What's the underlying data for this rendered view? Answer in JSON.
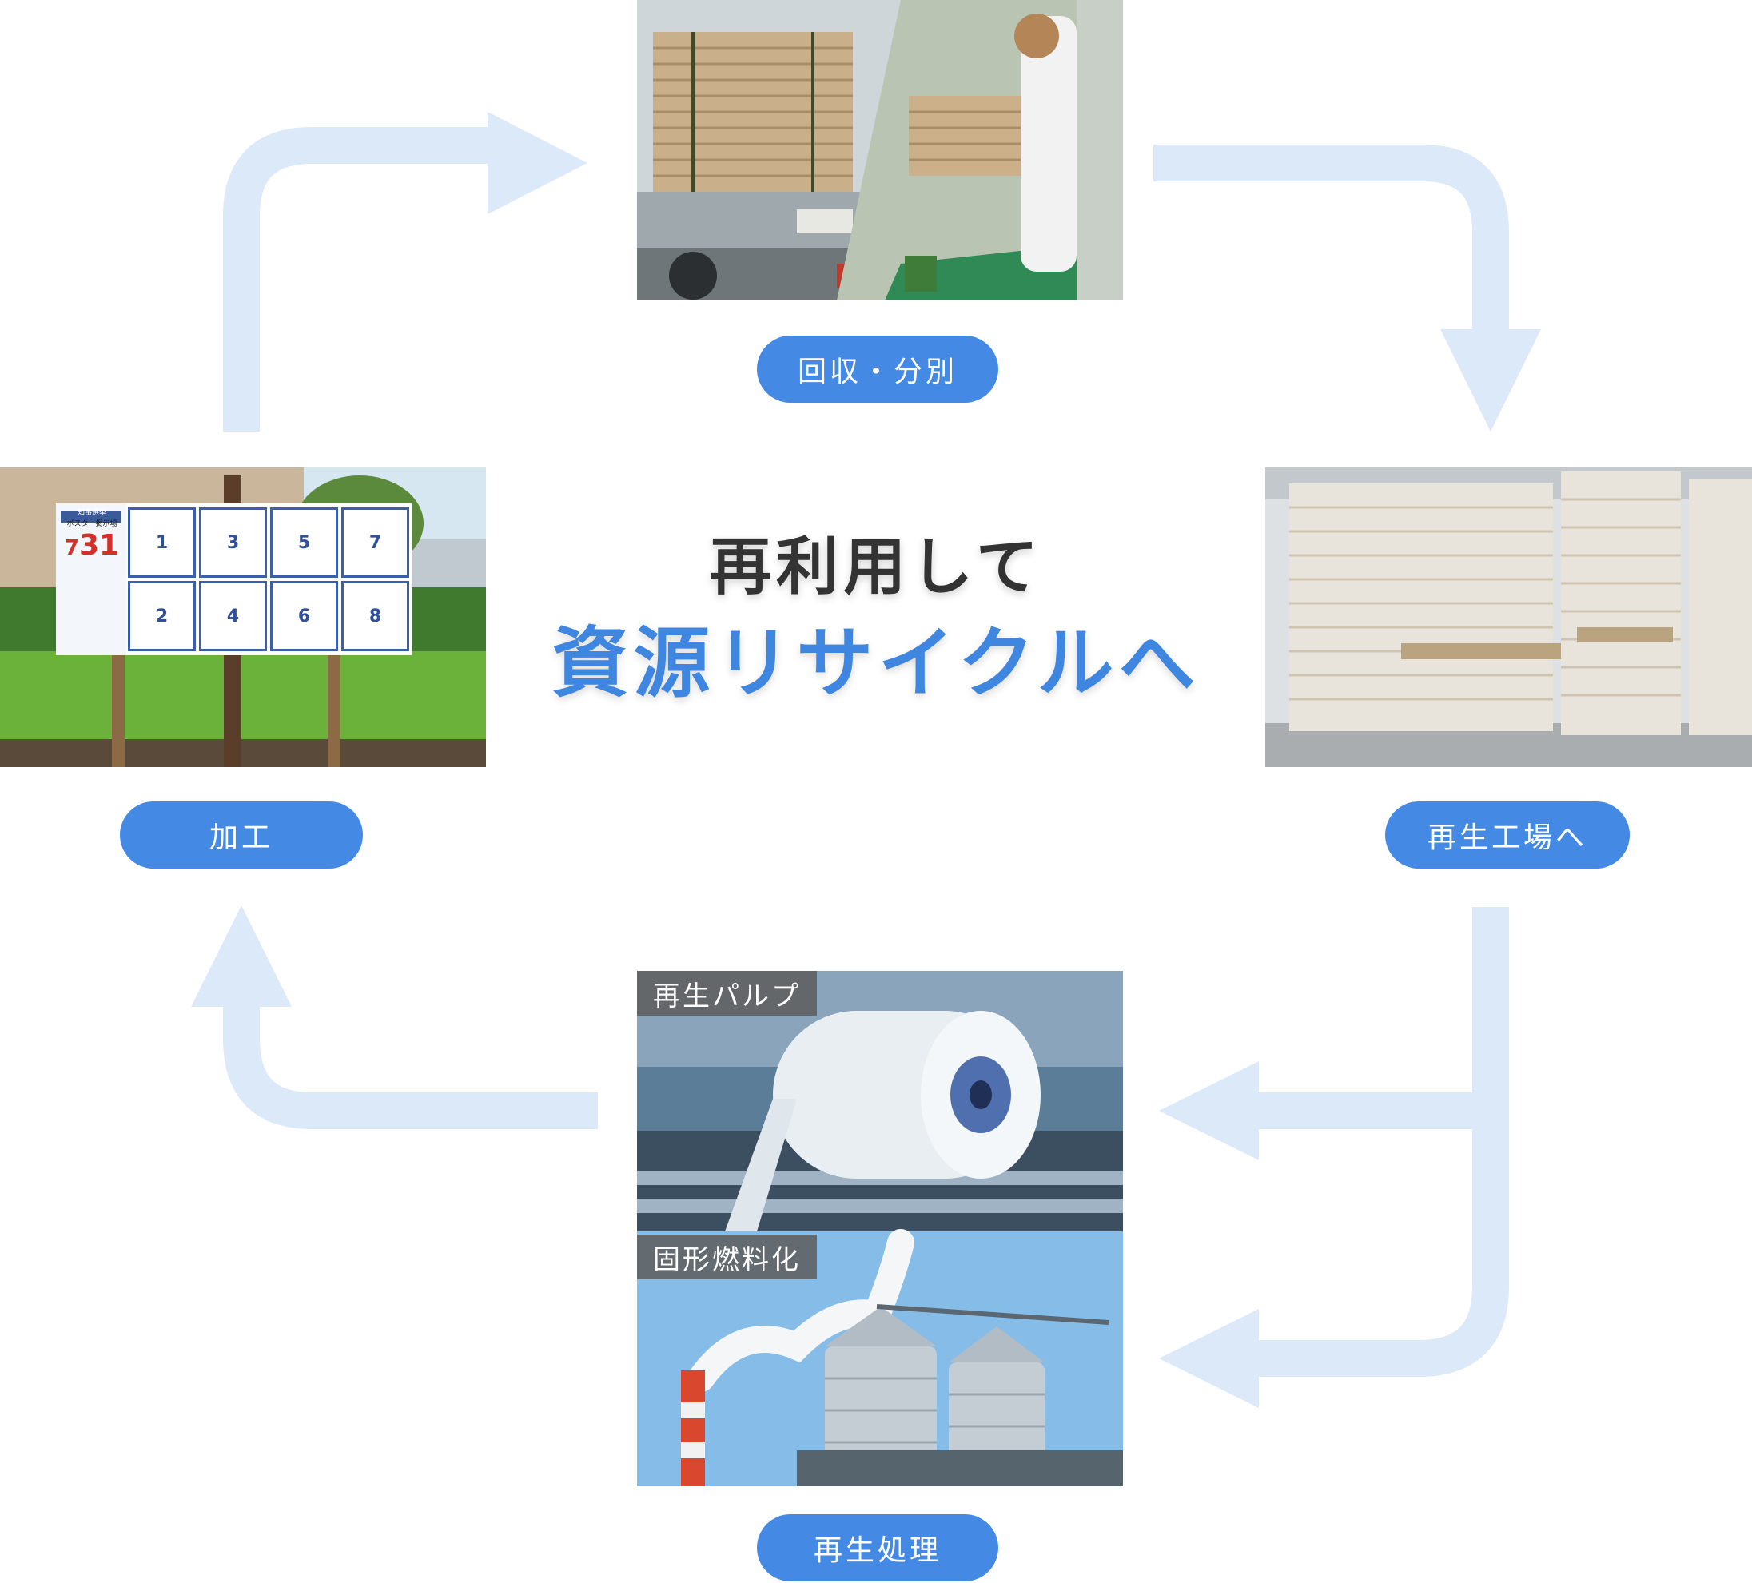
{
  "center": {
    "line1": "再利用して",
    "line2": "資源リサイクルへ"
  },
  "steps": {
    "collect": {
      "label": "回収・分別"
    },
    "factory": {
      "label": "再生工場へ"
    },
    "recycle": {
      "label": "再生処理"
    },
    "process": {
      "label": "加工"
    }
  },
  "photo_tags": {
    "pulp": "再生パルプ",
    "fuel": "固形燃料化"
  },
  "poster_board": {
    "header_line1": "知事選挙",
    "header_line2": "ポスター掲示場",
    "date_month": "7",
    "date_day": "31",
    "slot_numbers": [
      "1",
      "3",
      "5",
      "7",
      "2",
      "4",
      "6",
      "8"
    ]
  },
  "colors": {
    "pill": "#4489e3",
    "arrow": "#dce9f9",
    "title_dark": "#333333",
    "title_blue": "#3f86e0"
  }
}
